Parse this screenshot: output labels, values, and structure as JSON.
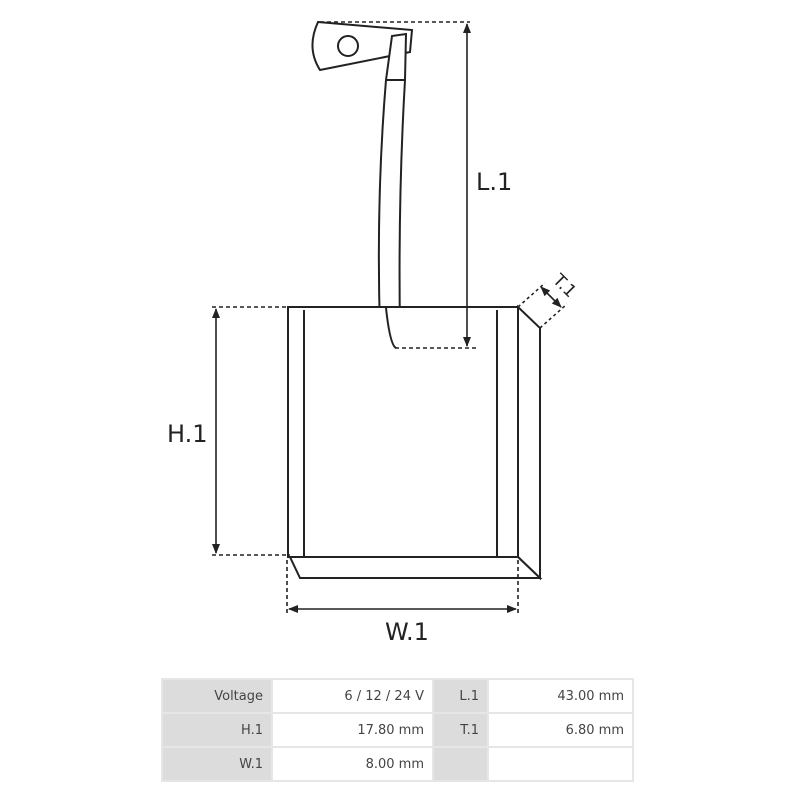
{
  "diagram": {
    "labels": {
      "l1": "L.1",
      "h1": "H.1",
      "w1": "W.1",
      "t1": "T.1"
    }
  },
  "specs": {
    "rows": [
      [
        {
          "label": "Voltage",
          "value": "6 / 12 / 24 V"
        },
        {
          "label": "L.1",
          "value": "43.00 mm"
        }
      ],
      [
        {
          "label": "H.1",
          "value": "17.80 mm"
        },
        {
          "label": "T.1",
          "value": "6.80 mm"
        }
      ],
      [
        {
          "label": "W.1",
          "value": "8.00 mm"
        },
        {
          "label": "",
          "value": ""
        }
      ]
    ]
  }
}
